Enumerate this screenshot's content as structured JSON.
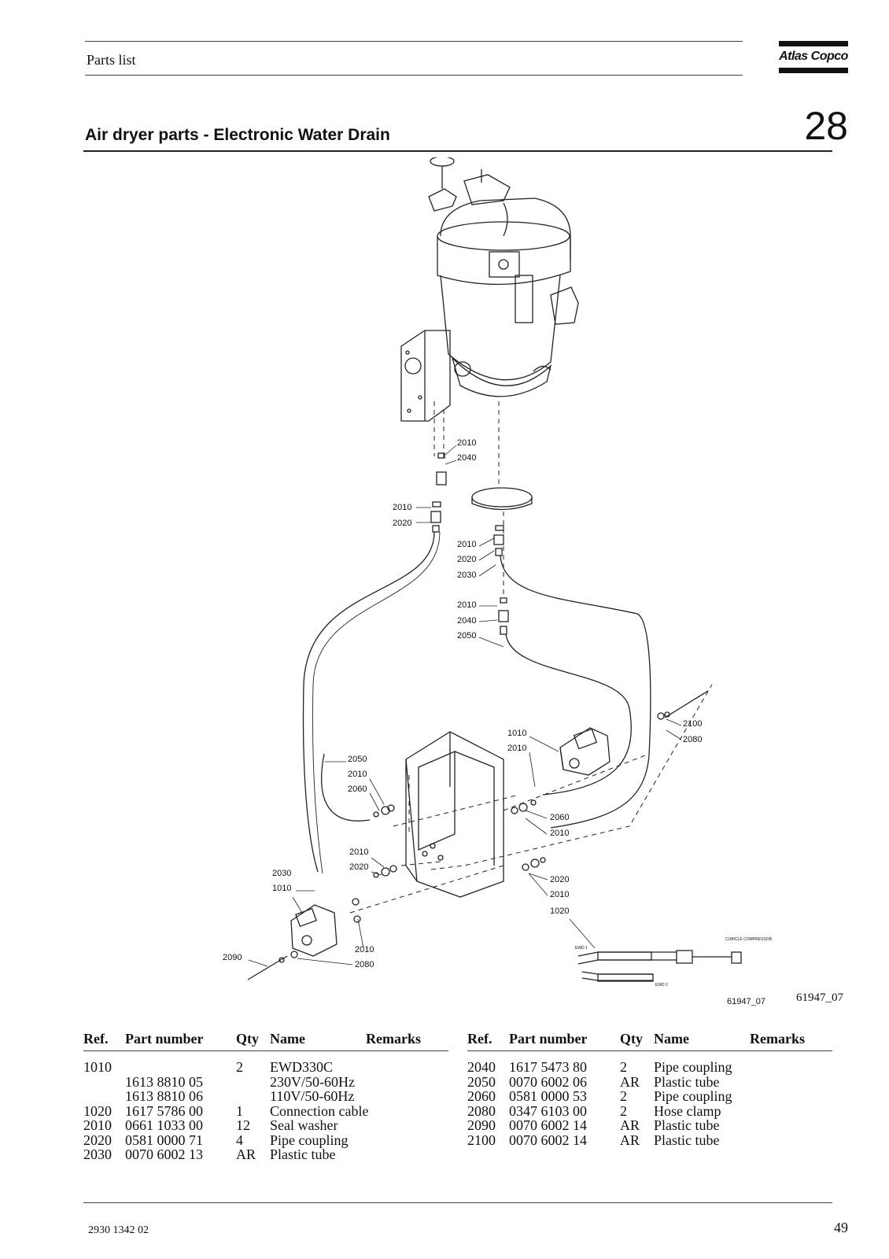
{
  "header": {
    "section_label": "Parts list",
    "logo_text": "Atlas Copco"
  },
  "title": {
    "text": "Air dryer parts - Electronic Water Drain",
    "chapter_number": "28"
  },
  "figure": {
    "figure_id": "61947_07",
    "callouts": [
      "2010",
      "2040",
      "2010",
      "2020",
      "2010",
      "2020",
      "2030",
      "2010",
      "2040",
      "2050",
      "2100",
      "2080",
      "1010",
      "2010",
      "2050",
      "2010",
      "2060",
      "2060",
      "2010",
      "2010",
      "2020",
      "2030",
      "1010",
      "2020",
      "2010",
      "1020",
      "2010",
      "2080",
      "2090"
    ],
    "cable_labels": [
      "EWD 1",
      "CUBICLE COMPRESSOR",
      "EWD 2"
    ]
  },
  "table": {
    "headers": {
      "ref": "Ref.",
      "part_number": "Part number",
      "qty": "Qty",
      "name": "Name",
      "remarks": "Remarks"
    },
    "left_rows": [
      {
        "ref": "1010",
        "part_number": "",
        "qty": "2",
        "name": "EWD330C"
      },
      {
        "ref": "",
        "part_number": "1613 8810 05",
        "qty": "",
        "name": "230V/50-60Hz"
      },
      {
        "ref": "",
        "part_number": "1613 8810 06",
        "qty": "",
        "name": "110V/50-60Hz"
      },
      {
        "ref": "1020",
        "part_number": "1617 5786 00",
        "qty": "1",
        "name": "Connection cable"
      },
      {
        "ref": "2010",
        "part_number": "0661 1033 00",
        "qty": "12",
        "name": "Seal washer"
      },
      {
        "ref": "2020",
        "part_number": "0581 0000 71",
        "qty": "4",
        "name": "Pipe coupling"
      },
      {
        "ref": "2030",
        "part_number": "0070 6002 13",
        "qty": "AR",
        "name": "Plastic tube"
      }
    ],
    "right_rows": [
      {
        "ref": "2040",
        "part_number": "1617 5473 80",
        "qty": "2",
        "name": "Pipe coupling"
      },
      {
        "ref": "2050",
        "part_number": "0070 6002 06",
        "qty": "AR",
        "name": "Plastic tube"
      },
      {
        "ref": "2060",
        "part_number": "0581 0000 53",
        "qty": "2",
        "name": "Pipe coupling"
      },
      {
        "ref": "2080",
        "part_number": "0347 6103 00",
        "qty": "2",
        "name": "Hose clamp"
      },
      {
        "ref": "2090",
        "part_number": "0070 6002 14",
        "qty": "AR",
        "name": "Plastic tube"
      },
      {
        "ref": "2100",
        "part_number": "0070 6002 14",
        "qty": "AR",
        "name": "Plastic tube"
      }
    ]
  },
  "footer": {
    "doc_number": "2930 1342 02",
    "page_number": "49"
  }
}
